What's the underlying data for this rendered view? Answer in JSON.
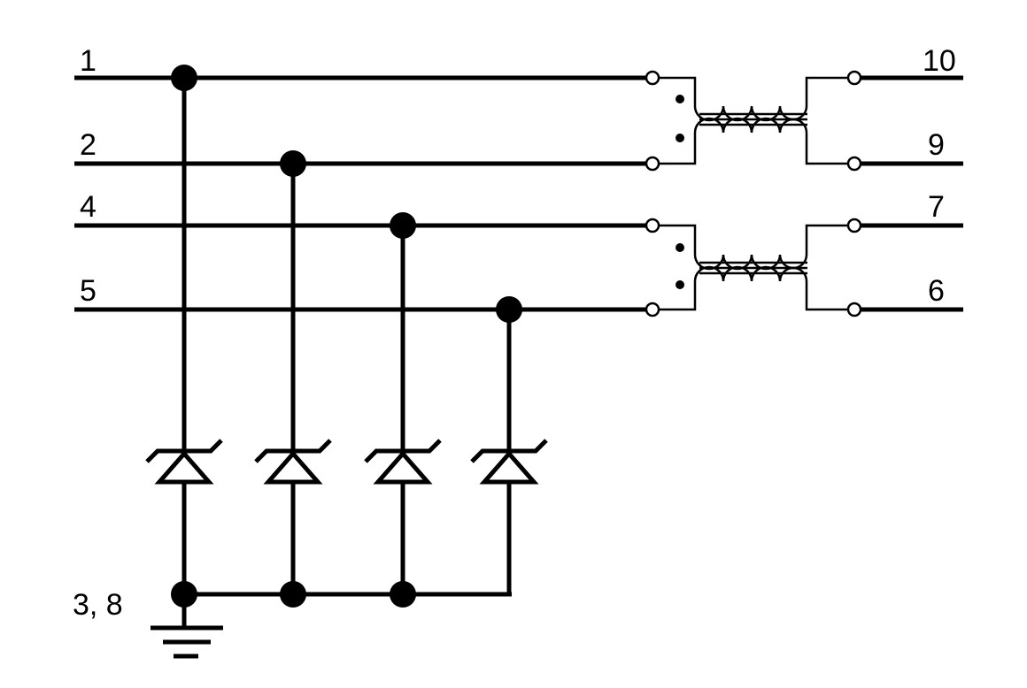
{
  "diagram": {
    "labels": {
      "pin1": "1",
      "pin2": "2",
      "pin4": "4",
      "pin5": "5",
      "pin10": "10",
      "pin9": "9",
      "pin7": "7",
      "pin6": "6",
      "ground": "3, 8"
    },
    "components": [
      "tvs-diode",
      "tvs-diode",
      "tvs-diode",
      "tvs-diode",
      "transformer",
      "transformer",
      "ground"
    ]
  }
}
